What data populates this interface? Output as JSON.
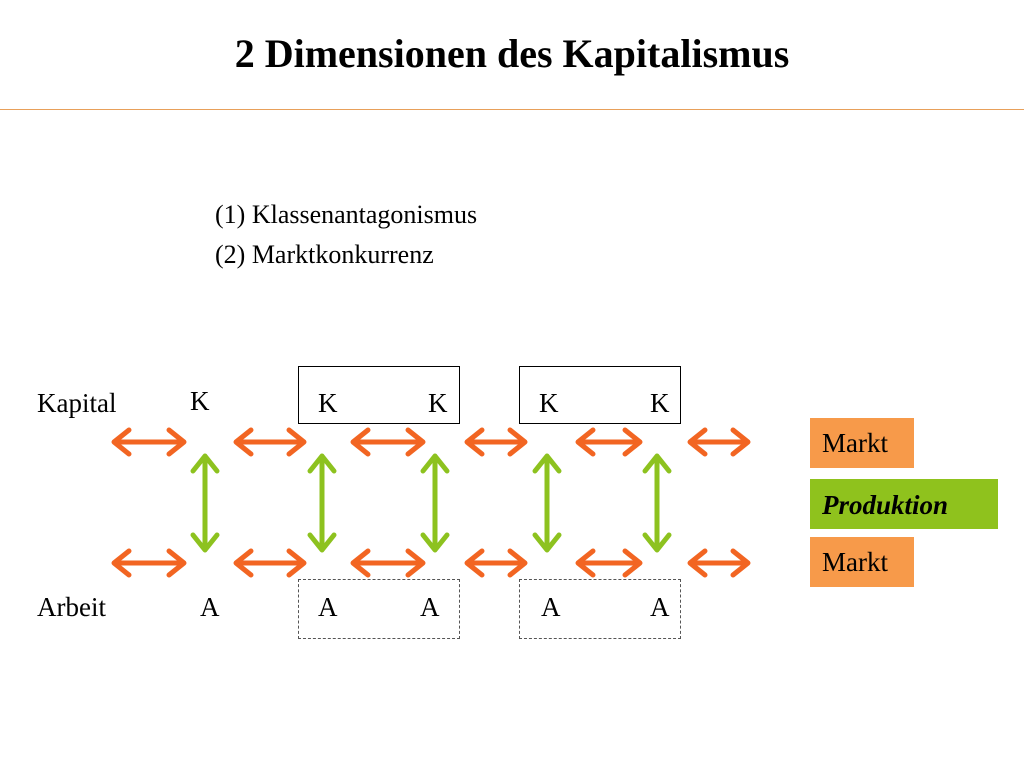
{
  "title": "2 Dimensionen des Kapitalismus",
  "points": [
    "(1) Klassenantagonismus",
    "(2) Marktkonkurrenz"
  ],
  "rows": {
    "top_label": "Kapital",
    "bottom_label": "Arbeit"
  },
  "top_letters": [
    "K",
    "K",
    "K",
    "K",
    "K"
  ],
  "bottom_letters": [
    "A",
    "A",
    "A",
    "A",
    "A"
  ],
  "legend": {
    "markt_top": "Markt",
    "produktion": "Produktion",
    "markt_bottom": "Markt"
  },
  "colors": {
    "market_arrow": "#f26522",
    "production_arrow": "#8dc21f",
    "markt_box": "#f79a4a",
    "produktion_box": "#8fc21d",
    "rule": "#e8a05a"
  }
}
